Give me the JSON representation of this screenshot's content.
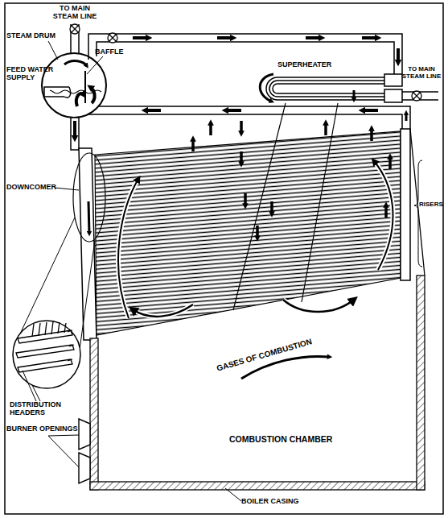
{
  "diagram": {
    "labels": [
      "TO MAIN STEAM LINE",
      "STEAM DRUM",
      "BAFFLE",
      "TO MAIN STEAM LINE",
      "SUPERHEATER",
      "FEED WATER SUPPLY",
      "DOWNCOMER",
      "RISERS",
      "DISTRIBUTION HEADERS",
      "GASES OF COMBUSTION",
      "BURNER OPENINGS",
      "COMBUSTION CHAMBER",
      "BOILER CASING"
    ]
  }
}
